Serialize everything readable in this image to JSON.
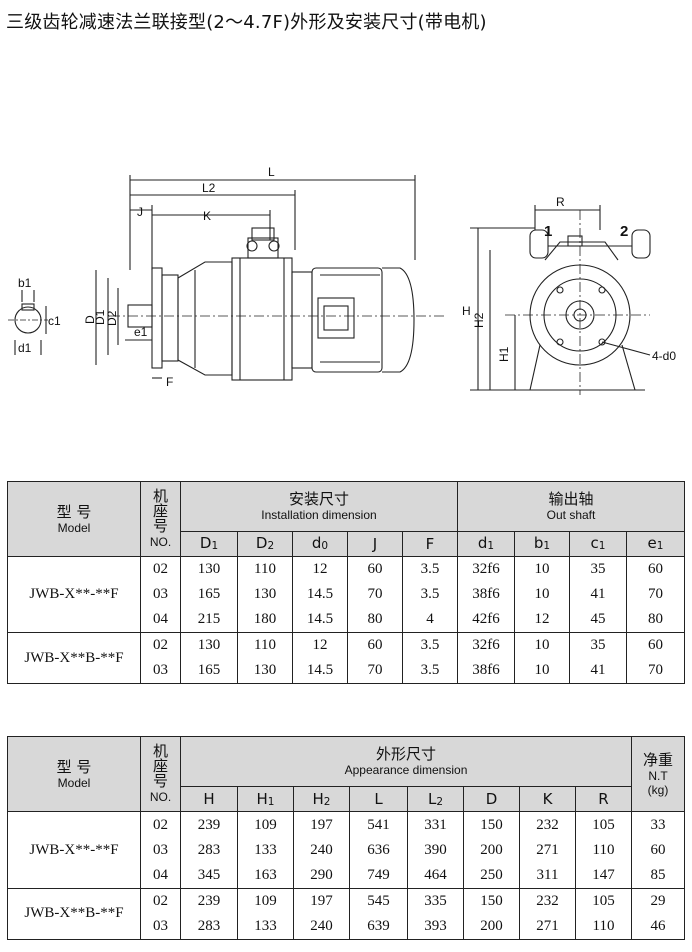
{
  "title": "三级齿轮减速法兰联接型(2～4.7F)外形及安装尺寸(带电机)",
  "drawing": {
    "labels": {
      "L": "L",
      "L2": "L2",
      "J": "J",
      "K": "K",
      "D": "D",
      "D1": "D1",
      "D2": "D2",
      "e1": "e1",
      "F": "F",
      "b1": "b1",
      "c1": "c1",
      "d1": "d1",
      "R": "R",
      "H": "H",
      "H1": "H1",
      "H2": "H2",
      "holes": "4-d0",
      "h1": "1",
      "h2": "2"
    }
  },
  "table1": {
    "model_zh": "型  号",
    "model_en": "Model",
    "seat_zh": "机座号",
    "seat_en": "NO.",
    "group1_zh": "安装尺寸",
    "group1_en": "Installation dimension",
    "group2_zh": "输出轴",
    "group2_en": "Out shaft",
    "columns": [
      "D1",
      "D2",
      "d0",
      "J",
      "F",
      "d1",
      "b1",
      "c1",
      "e1"
    ],
    "groups": [
      {
        "model": "JWB-X**-**F",
        "rows": [
          [
            "02",
            "130",
            "110",
            "12",
            "60",
            "3.5",
            "32f6",
            "10",
            "35",
            "60"
          ],
          [
            "03",
            "165",
            "130",
            "14.5",
            "70",
            "3.5",
            "38f6",
            "10",
            "41",
            "70"
          ],
          [
            "04",
            "215",
            "180",
            "14.5",
            "80",
            "4",
            "42f6",
            "12",
            "45",
            "80"
          ]
        ]
      },
      {
        "model": "JWB-X**B-**F",
        "rows": [
          [
            "02",
            "130",
            "110",
            "12",
            "60",
            "3.5",
            "32f6",
            "10",
            "35",
            "60"
          ],
          [
            "03",
            "165",
            "130",
            "14.5",
            "70",
            "3.5",
            "38f6",
            "10",
            "41",
            "70"
          ]
        ]
      }
    ]
  },
  "table2": {
    "model_zh": "型  号",
    "model_en": "Model",
    "seat_zh": "机座号",
    "seat_en": "NO.",
    "group1_zh": "外形尺寸",
    "group1_en": "Appearance dimension",
    "weight_zh": "净重",
    "weight_en": "N.T",
    "weight_unit": "(kg)",
    "columns": [
      "H",
      "H1",
      "H2",
      "L",
      "L2",
      "D",
      "K",
      "R"
    ],
    "groups": [
      {
        "model": "JWB-X**-**F",
        "rows": [
          [
            "02",
            "239",
            "109",
            "197",
            "541",
            "331",
            "150",
            "232",
            "105",
            "33"
          ],
          [
            "03",
            "283",
            "133",
            "240",
            "636",
            "390",
            "200",
            "271",
            "110",
            "60"
          ],
          [
            "04",
            "345",
            "163",
            "290",
            "749",
            "464",
            "250",
            "311",
            "147",
            "85"
          ]
        ]
      },
      {
        "model": "JWB-X**B-**F",
        "rows": [
          [
            "02",
            "239",
            "109",
            "197",
            "545",
            "335",
            "150",
            "232",
            "105",
            "29"
          ],
          [
            "03",
            "283",
            "133",
            "240",
            "639",
            "393",
            "200",
            "271",
            "110",
            "46"
          ]
        ]
      }
    ]
  }
}
